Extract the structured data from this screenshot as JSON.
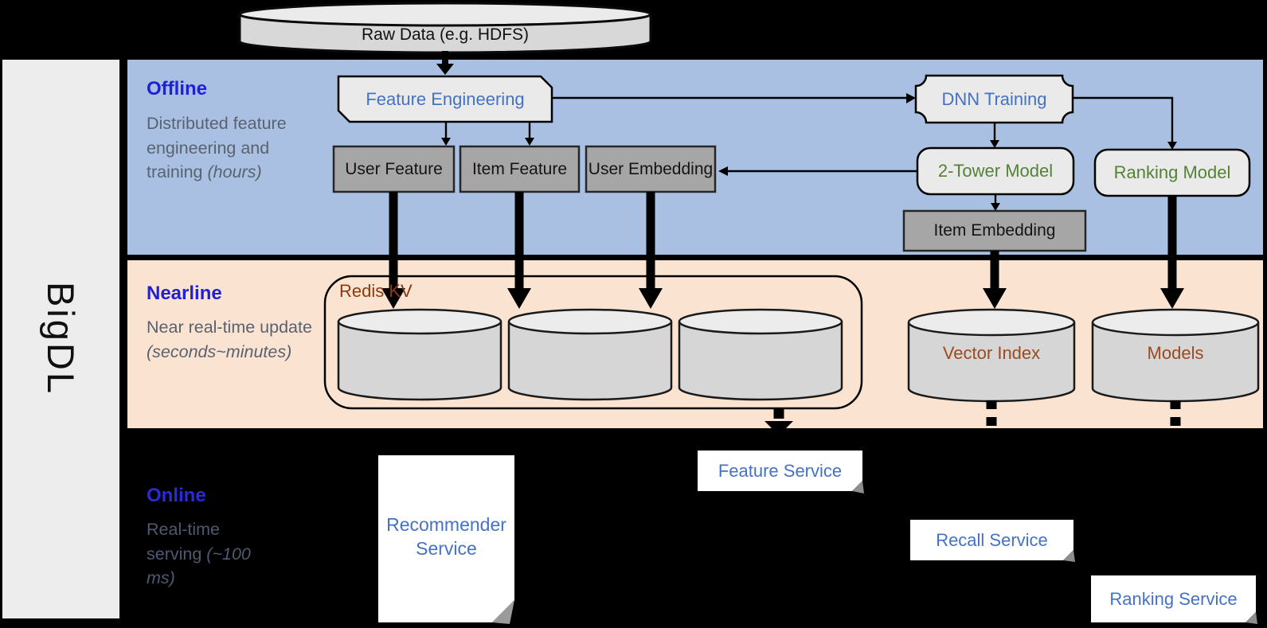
{
  "brand": {
    "label": "BigDL"
  },
  "raw_data": {
    "label": "Raw Data (e.g. HDFS)"
  },
  "sections": {
    "offline": {
      "title": "Offline",
      "desc": "Distributed feature engineering and training",
      "note": "(hours)"
    },
    "nearline": {
      "title": "Nearline",
      "desc": "Near real-time update",
      "note": "(seconds~minutes)"
    },
    "online": {
      "title": "Online",
      "desc": "Real-time serving",
      "note": "(~100 ms)"
    }
  },
  "nodes": {
    "feature_engineering": "Feature Engineering",
    "dnn_training": "DNN Training",
    "user_feature": "User Feature",
    "item_feature": "Item Feature",
    "user_embedding": "User Embedding",
    "two_tower_model": "2-Tower Model",
    "ranking_model": "Ranking Model",
    "item_embedding": "Item Embedding",
    "redis_kv": "Redis KV",
    "vector_index": "Vector Index",
    "models": "Models",
    "recommender_service": "Recommender Service",
    "feature_service": "Feature Service",
    "recall_service": "Recall Service",
    "ranking_service": "Ranking Service"
  },
  "colors": {
    "offline_band": "#a9c0e3",
    "nearline_band": "#fbe3d1",
    "online_band": "#000000",
    "section_title_blue": "#2020d6",
    "node_text_blue": "#4472c4",
    "node_text_green": "#548235",
    "node_text_brown": "#9c4a1e",
    "gray_box_fill": "#a6a6a6",
    "light_box_fill": "#eaeaea",
    "cylinder_fill": "#d6d6d6"
  }
}
